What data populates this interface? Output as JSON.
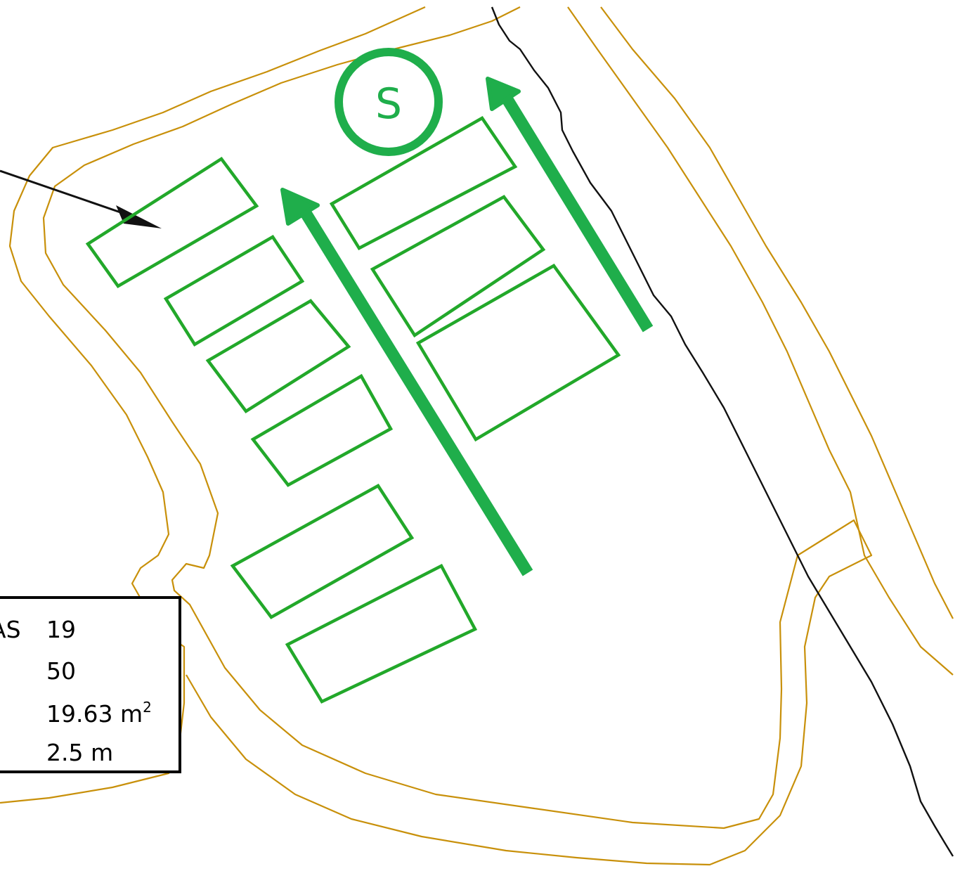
{
  "marker": {
    "label": "S",
    "color": "#1fae4b"
  },
  "colors": {
    "contour": "#c8900a",
    "plots": "#22a82a",
    "direction_arrows": "#1fae4b",
    "boundary_line": "#111111"
  },
  "info_box": {
    "label": "AS",
    "rows": [
      {
        "value": "19"
      },
      {
        "value": "50"
      },
      {
        "value": "19.63 m",
        "sup": "2"
      },
      {
        "value": "2.5 m"
      }
    ]
  }
}
